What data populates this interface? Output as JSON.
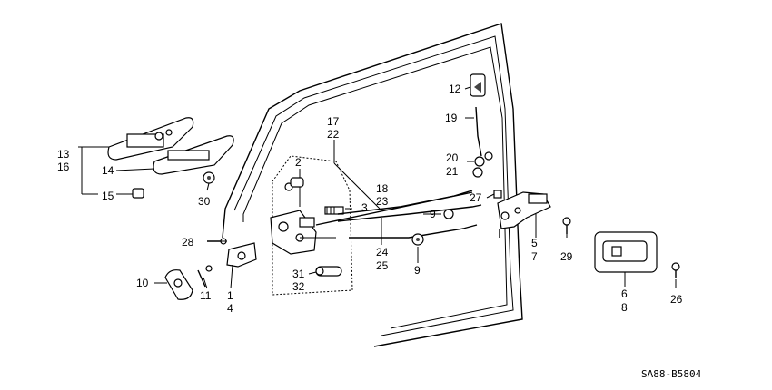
{
  "diagram_code": "SA88-B5804",
  "callouts": {
    "c1": "1",
    "c2": "2",
    "c3": "3",
    "c4": "4",
    "c5": "5",
    "c6": "6",
    "c7": "7",
    "c8": "8",
    "c9a": "9",
    "c9b": "9",
    "c10": "10",
    "c11": "11",
    "c12": "12",
    "c13": "13",
    "c14": "14",
    "c15": "15",
    "c16": "16",
    "c17": "17",
    "c18": "18",
    "c19": "19",
    "c20": "20",
    "c21": "21",
    "c22": "22",
    "c23": "23",
    "c24": "24",
    "c25": "25",
    "c26": "26",
    "c27": "27",
    "c28": "28",
    "c29": "29",
    "c30": "30",
    "c31": "31",
    "c32": "32"
  }
}
